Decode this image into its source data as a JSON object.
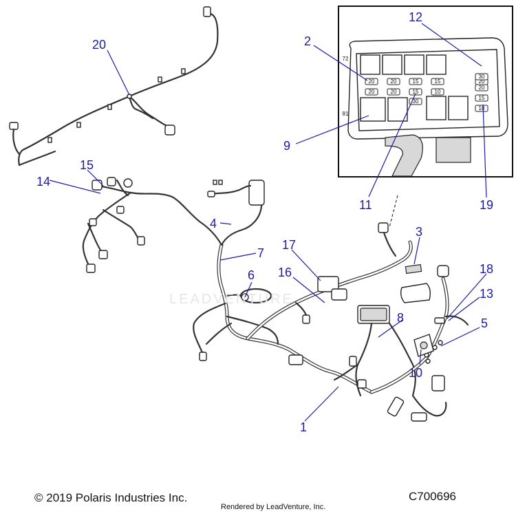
{
  "diagram": {
    "callouts": [
      "1",
      "2",
      "3",
      "4",
      "5",
      "6",
      "7",
      "8",
      "9",
      "10",
      "11",
      "12",
      "13",
      "14",
      "15",
      "16",
      "17",
      "18",
      "19",
      "20"
    ],
    "inset_fuse_labels": [
      "20",
      "20",
      "15",
      "15",
      "20",
      "20",
      "15",
      "10",
      "20",
      "30",
      "30",
      "20",
      "15",
      "10"
    ],
    "inset_side_labels": [
      "72",
      "81"
    ],
    "watermark": "LEADVENTURE"
  },
  "footer": {
    "copyright": "© 2019 Polaris Industries Inc.",
    "rendered_by": "Rendered by LeadVenture, Inc.",
    "drawing_code": "C700696"
  }
}
